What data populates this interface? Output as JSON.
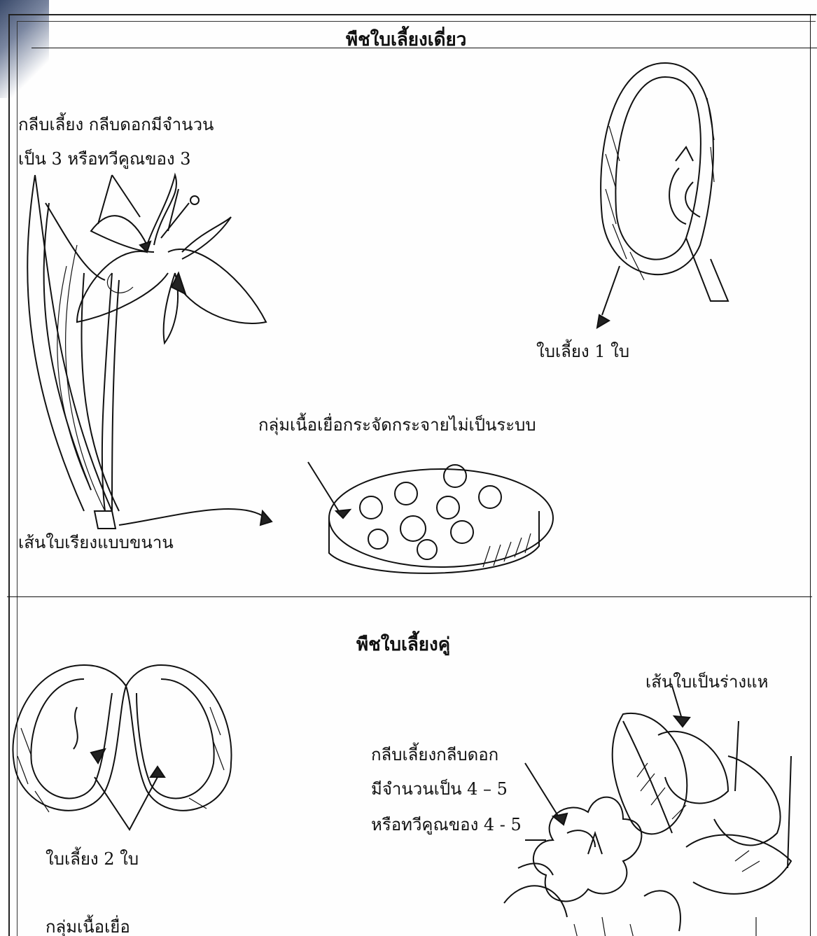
{
  "monocot": {
    "title": "พืชใบเลี้ยงเดี่ยว",
    "floral_parts_line1": "กลีบเลี้ยง  กลีบดอกมีจำนวน",
    "floral_parts_line2": "เป็น 3 หรือทวีคูณของ 3",
    "cotyledon": "ใบเลี้ยง  1  ใบ",
    "vascular_bundles": "กลุ่มเนื้อเยื่อกระจัดกระจายไม่เป็นระบบ",
    "leaf_veins": "เส้นใบเรียงแบบขนาน"
  },
  "dicot": {
    "title": "พืชใบเลี้ยงคู่",
    "leaf_veins": "เส้นใบเป็นร่างแห",
    "floral_parts_line1": "กลีบเลี้ยงกลีบดอก",
    "floral_parts_line2": "มีจำนวนเป็น 4 – 5",
    "floral_parts_line3": "หรือทวีคูณของ 4 - 5",
    "cotyledon": "ใบเลี้ยง 2 ใบ",
    "vascular_bundles": "กลุ่มเนื้อเยื่อ"
  }
}
